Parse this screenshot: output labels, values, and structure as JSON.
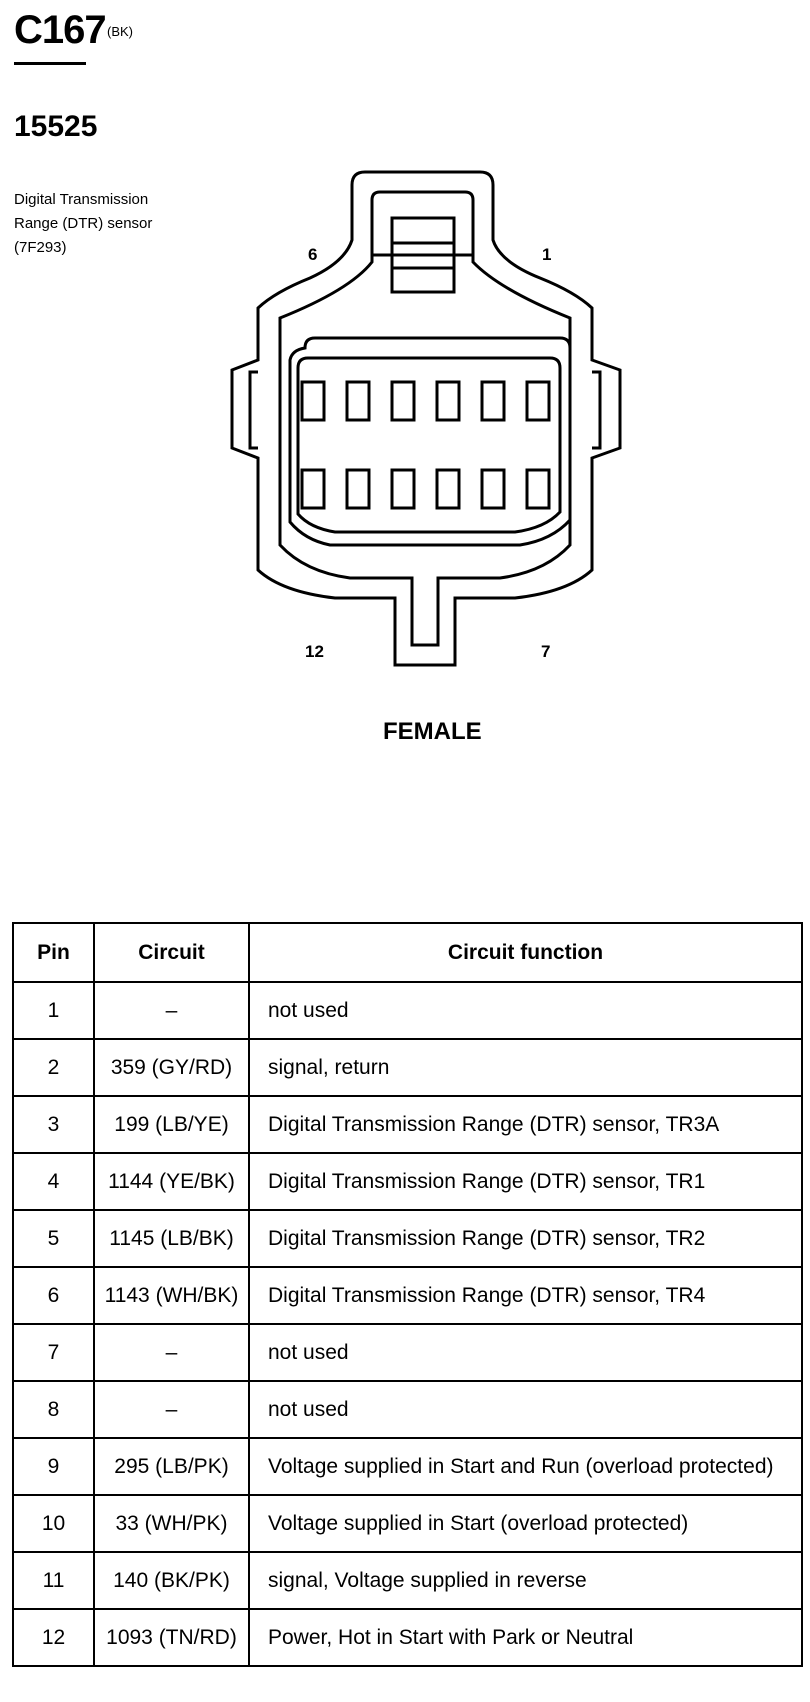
{
  "connector": {
    "id": "C167",
    "color_code": "(BK)",
    "part_number": "15525",
    "description": "Digital Transmission Range (DTR) sensor (7F293)",
    "gender": "FEMALE",
    "pin_labels": {
      "top_left": "6",
      "top_right": "1",
      "bottom_left": "12",
      "bottom_right": "7"
    }
  },
  "table": {
    "headers": {
      "pin": "Pin",
      "circuit": "Circuit",
      "function": "Circuit function"
    },
    "rows": [
      {
        "pin": "1",
        "circuit": "–",
        "function": "not used"
      },
      {
        "pin": "2",
        "circuit": "359 (GY/RD)",
        "function": "signal, return"
      },
      {
        "pin": "3",
        "circuit": "199 (LB/YE)",
        "function": "Digital Transmission Range (DTR) sensor, TR3A"
      },
      {
        "pin": "4",
        "circuit": "1144 (YE/BK)",
        "function": "Digital Transmission Range (DTR) sensor, TR1"
      },
      {
        "pin": "5",
        "circuit": "1145 (LB/BK)",
        "function": "Digital Transmission Range (DTR) sensor, TR2"
      },
      {
        "pin": "6",
        "circuit": "1143 (WH/BK)",
        "function": "Digital Transmission Range (DTR) sensor, TR4"
      },
      {
        "pin": "7",
        "circuit": "–",
        "function": "not used"
      },
      {
        "pin": "8",
        "circuit": "–",
        "function": "not used"
      },
      {
        "pin": "9",
        "circuit": "295 (LB/PK)",
        "function": "Voltage supplied in Start and Run (overload protected)"
      },
      {
        "pin": "10",
        "circuit": "33 (WH/PK)",
        "function": "Voltage supplied in Start (overload protected)"
      },
      {
        "pin": "11",
        "circuit": "140 (BK/PK)",
        "function": "signal, Voltage supplied in reverse"
      },
      {
        "pin": "12",
        "circuit": "1093 (TN/RD)",
        "function": "Power, Hot in Start with Park or Neutral"
      }
    ]
  }
}
